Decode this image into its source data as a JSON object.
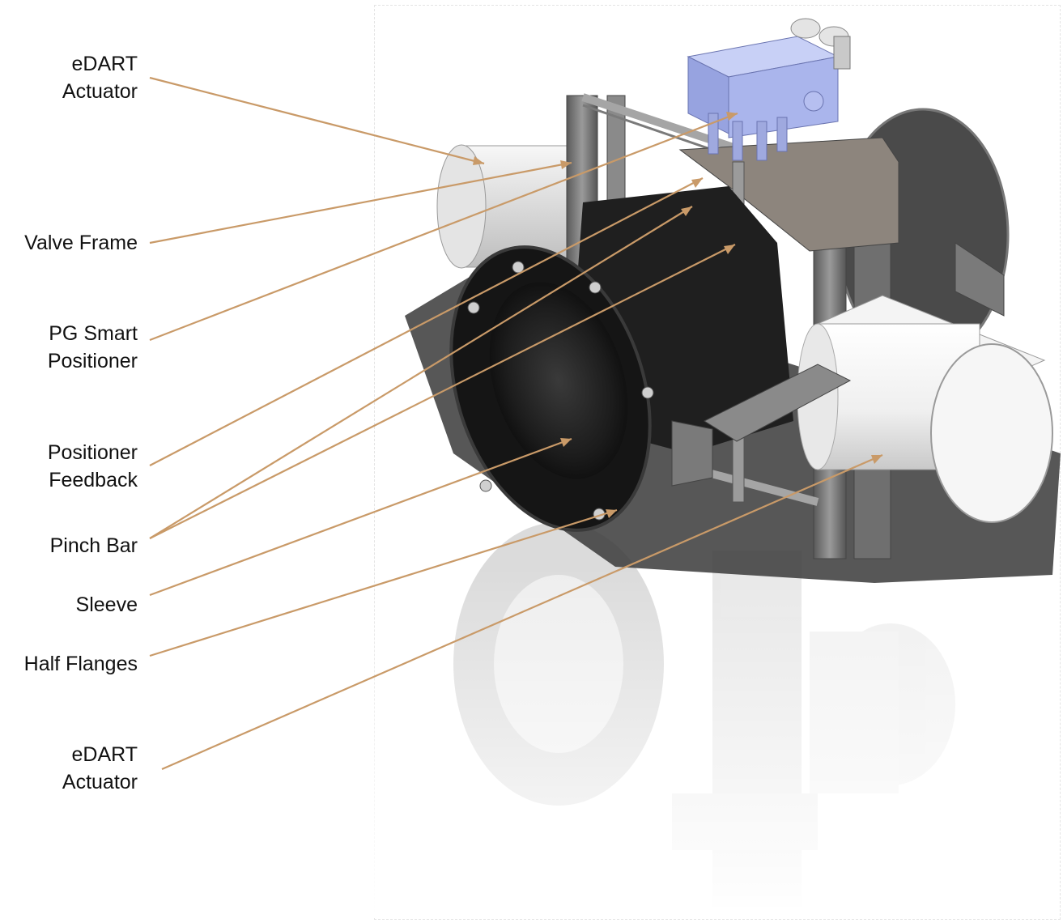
{
  "labels": {
    "edart_actuator_top": "eDART\nActuator",
    "valve_frame": "Valve Frame",
    "pg_smart_positioner": "PG Smart\nPositioner",
    "positioner_feedback": "Positioner\nFeedback",
    "pinch_bar": "Pinch Bar",
    "sleeve": "Sleeve",
    "half_flanges": "Half Flanges",
    "edart_actuator_bottom": "eDART\nActuator"
  },
  "colors": {
    "leader_line": "#c99a68",
    "positioner_body": "#a9b5ee",
    "actuator_body": "#f0f0f0",
    "sleeve_body": "#1b1b1b",
    "frame_metal": "#6e6e6e",
    "pinch_bar_plate": "#8a8178"
  }
}
